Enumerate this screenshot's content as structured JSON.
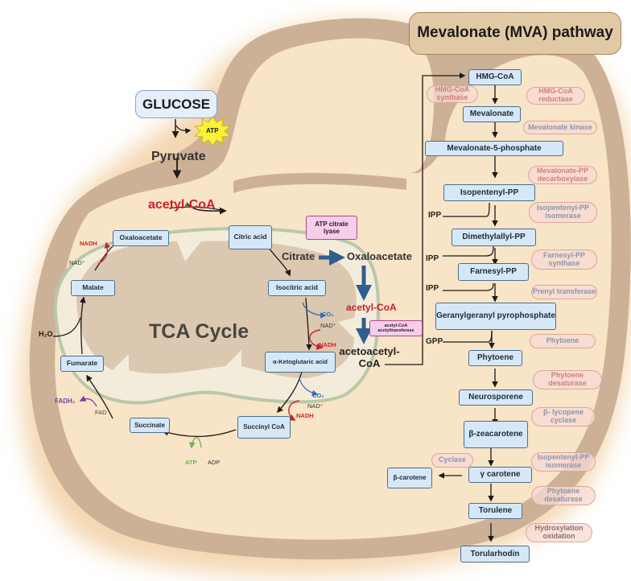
{
  "title": "Mevalonate (MVA) pathway",
  "glycolysis": {
    "glucose": "GLUCOSE",
    "atp": "ATP",
    "pyruvate": "Pyruvate",
    "acetyl_coa": "acetyl-CoA"
  },
  "tca": {
    "label": "TCA Cycle",
    "nodes": {
      "oxaloacetate": "Oxaloacetate",
      "citric_acid": "Citric acid",
      "isocitric_acid": "Isocitric acid",
      "alpha_ketoglutaric": "α-Ketoglutaric acid",
      "succinyl_coa": "Succinyl CoA",
      "succinate": "Succinate",
      "fumarate": "Fumarate",
      "malate": "Malate"
    },
    "cofactors": {
      "nadh_1": "NADH",
      "nad_1": "NAD⁺",
      "h2o": "H₂O",
      "fadh2": "FADH₂",
      "fad": "FAD",
      "atp": "ATP",
      "adp": "ADP",
      "co2_1": "CO₂",
      "nad_2": "NAD⁺",
      "nadh_2": "NADH",
      "co2_2": "CO₂",
      "nad_3": "NAD⁺",
      "nadh_3": "NADH"
    }
  },
  "cytosol": {
    "atp_citrate_lyase": "ATP citrate lyase",
    "citrate": "Citrate",
    "oxaloacetate": "Oxaloacetate",
    "acetyl_coa": "acetyl-CoA",
    "acetyltransferase": "acetyl-CoA acetyltransferase",
    "acetoacetyl_coa": "acetoacetyl-CoA"
  },
  "mva": {
    "nodes": [
      "HMG-CoA",
      "Mevalonate",
      "Mevalonate-5-phosphate",
      "Isopentenyl-PP",
      "Dimethylallyl-PP",
      "Farnesyl-PP",
      "Geranylgeranyl pyrophosphate",
      "Phytoene",
      "Neurosporene",
      "β-zeacarotene",
      "γ carotene",
      "Torulene",
      "Torularhodin",
      "β-carotene"
    ],
    "enzymes": [
      "HMG-CoA synthase",
      "HMG-CoA reductase",
      "Mevalonate kinase",
      "Mevalonate-PP decarboxylase",
      "Isopentenyl-PP isomerase",
      "Farnesyl-PP synthase",
      "Prenyl transferase",
      "Phytoene",
      "Phytoene desaturase",
      "β- lycopene cyclase",
      "Isopentenyl-PP isomerase",
      "Phytoene desaturase",
      "Hydroxylation oxidation",
      "Cyclase"
    ],
    "side_inputs": [
      "IPP",
      "IPP",
      "IPP",
      "GPP"
    ]
  },
  "colors": {
    "cell_fill": "#f8e4c6",
    "membrane": "#cdb196",
    "node_fill": "#d6e8f7",
    "node_border": "#4a6f8f",
    "acetyl_red": "#c8222a",
    "flow_blue": "#2f5f8f",
    "enzyme_fill": "#f8dad4",
    "pink_box": "#f6cdea",
    "atp_green": "#6db04a",
    "fadh_purple": "#7a3fa0",
    "mito_fill": "#f4ecdb",
    "mito_border": "#b9c8a9",
    "cristae": "#dcc8b0"
  }
}
